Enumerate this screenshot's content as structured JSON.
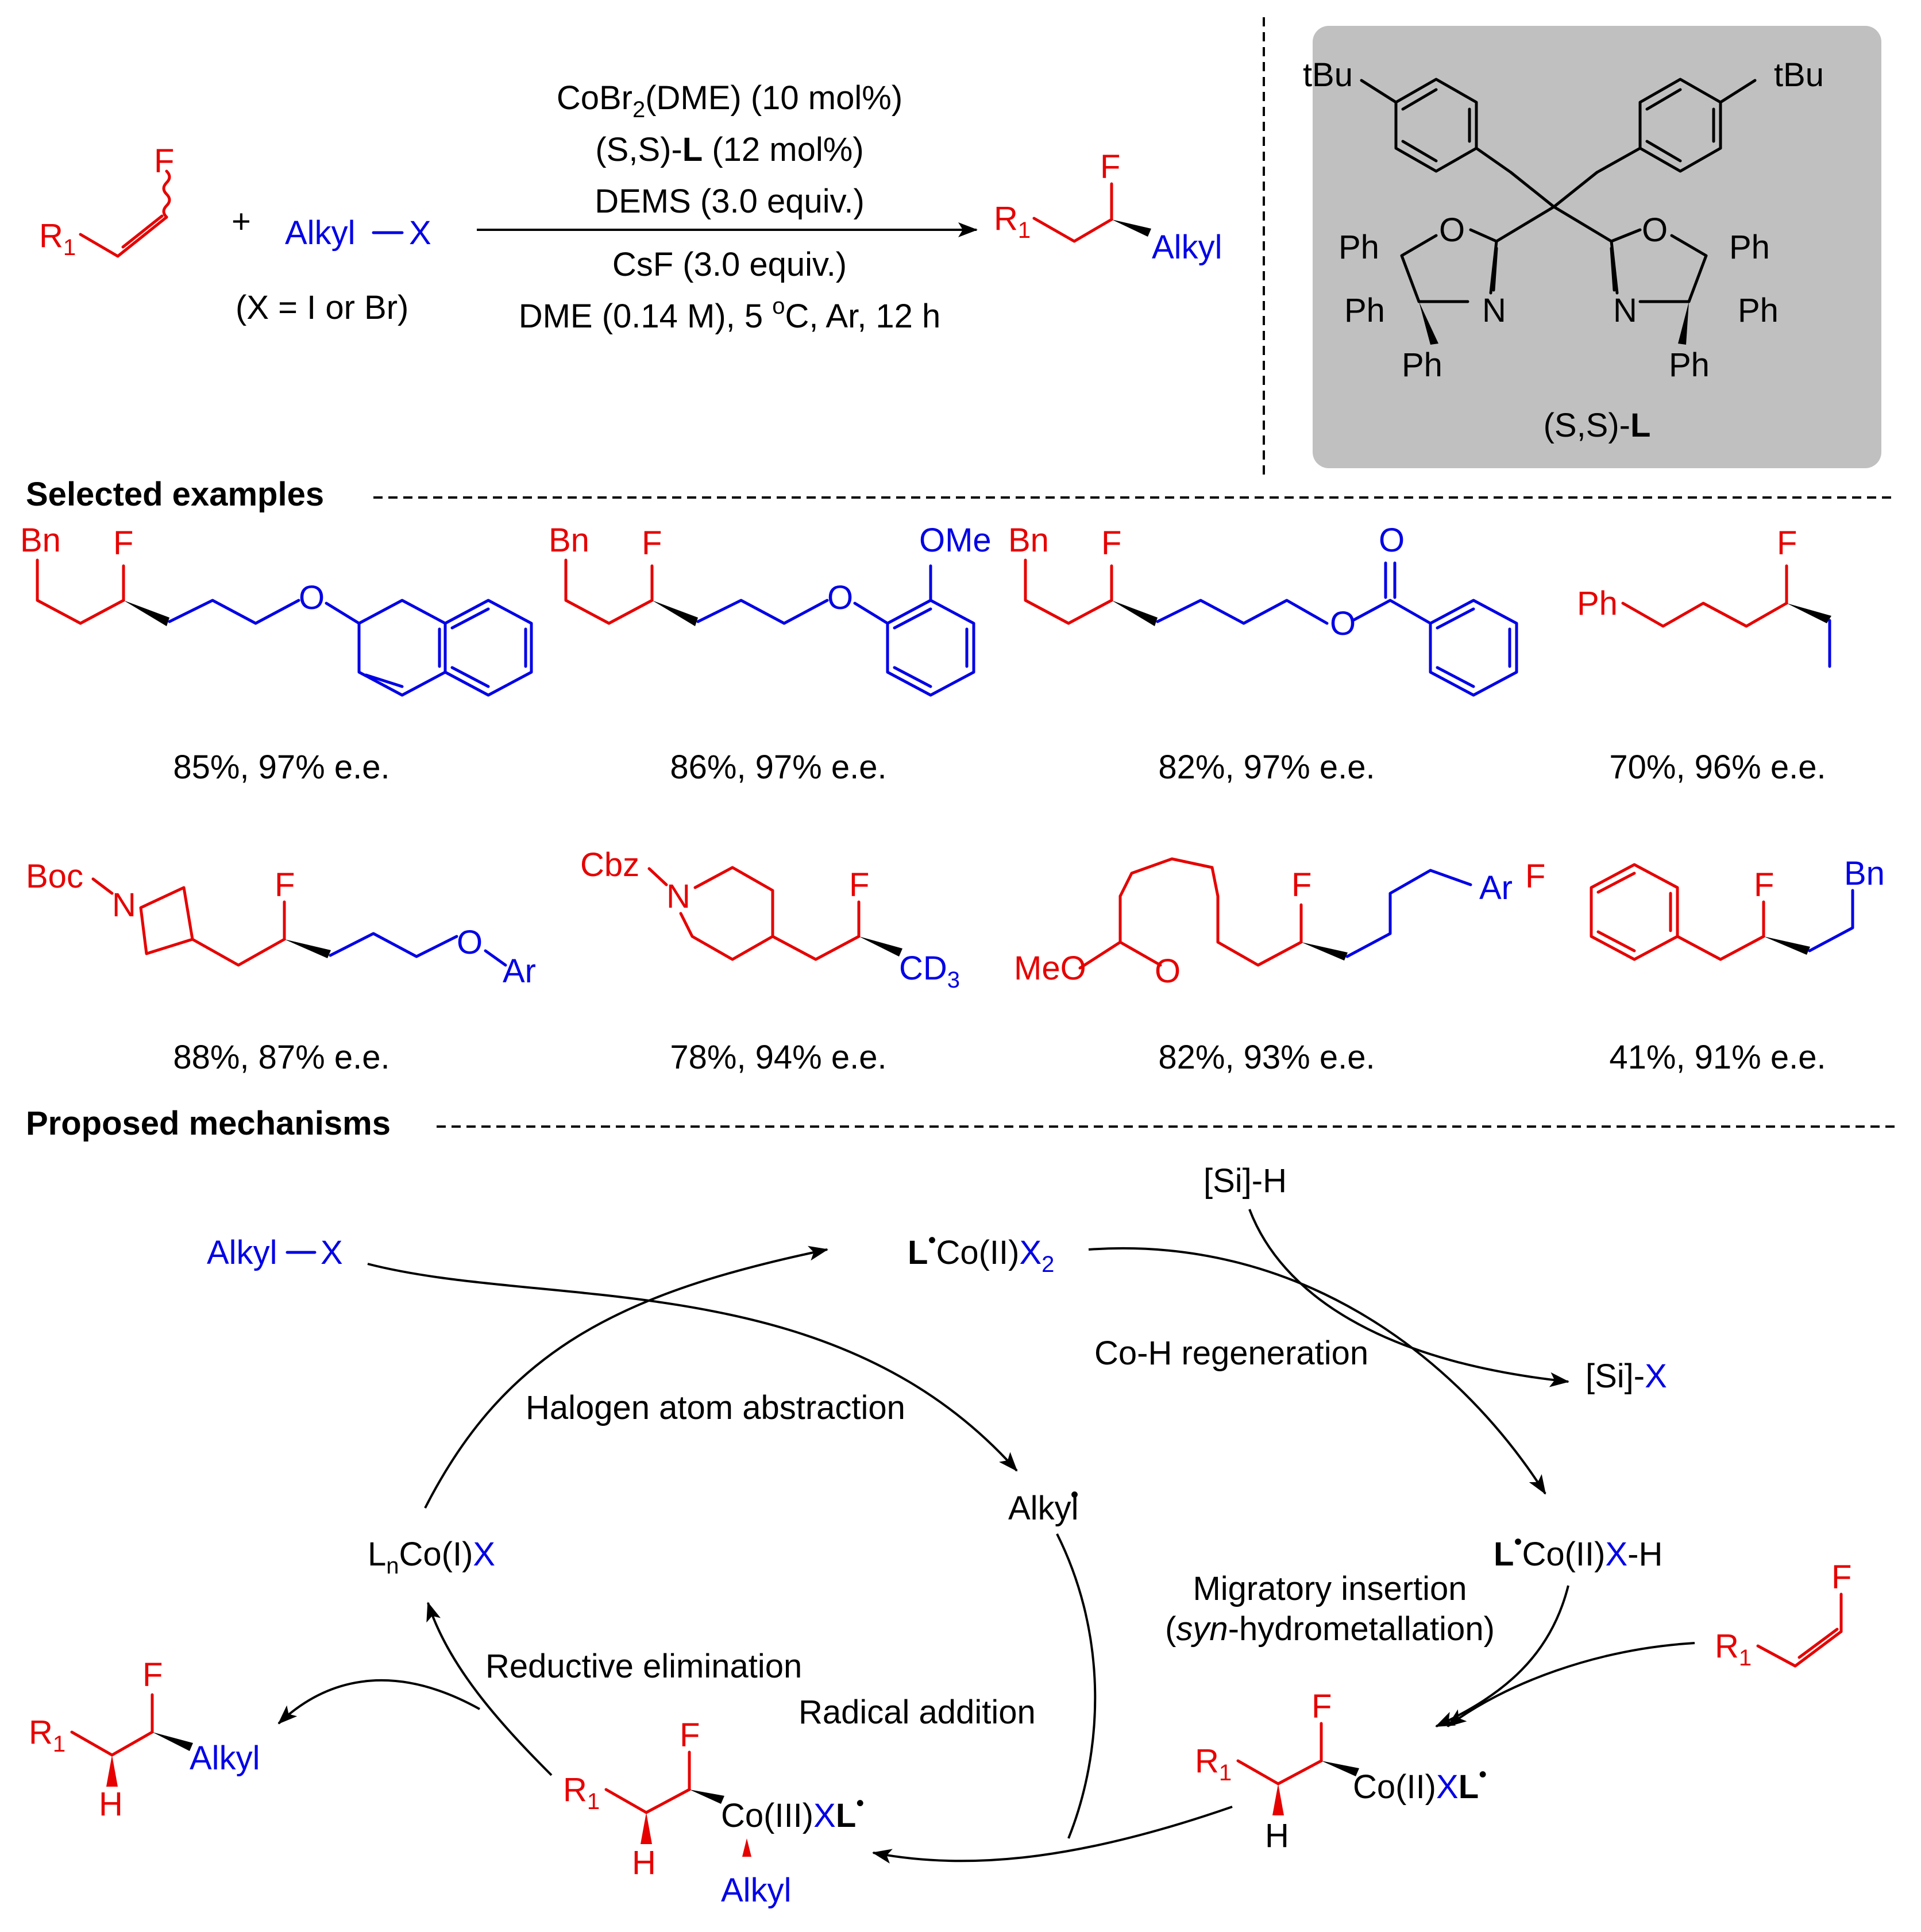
{
  "reaction": {
    "r1": "R",
    "r_sub": "1",
    "f": "F",
    "plus": "+",
    "alkyl_x": "Alkyl",
    "x": "X",
    "x_note": "(X = I or Br)",
    "cond1_a": "CoBr",
    "cond1_sub": "2",
    "cond1_b": "(DME) (10 mol%)",
    "cond2_a": "(S,S)-",
    "cond2_b": "L",
    "cond2_c": " (12 mol%)",
    "cond3": "DEMS (3.0 equiv.)",
    "cond4": "CsF (3.0 equiv.)",
    "cond5_a": "DME (0.14 M), 5 ",
    "cond5_sup": "o",
    "cond5_b": "C, Ar, 12 h",
    "product_alkyl": "Alkyl"
  },
  "ligand": {
    "tbu": "tBu",
    "ph": "Ph",
    "o": "O",
    "n": "N",
    "label_a": "(S,S)-",
    "label_b": "L",
    "box_color": "#c0c0c0"
  },
  "examples": {
    "header": "Selected examples",
    "row1": [
      {
        "result": "85%, 97% e.e."
      },
      {
        "result": "86%, 97% e.e."
      },
      {
        "result": "82%, 97% e.e."
      },
      {
        "result": "70%, 96% e.e."
      }
    ],
    "row2": [
      {
        "result": "88%, 87% e.e."
      },
      {
        "result": "78%, 94% e.e."
      },
      {
        "result": "82%, 93% e.e."
      },
      {
        "result": "41%, 91% e.e."
      }
    ],
    "labels": {
      "bn": "Bn",
      "f": "F",
      "o": "O",
      "ome": "OMe",
      "ph": "Ph",
      "boc": "Boc",
      "n": "N",
      "ar": "Ar",
      "cbz": "Cbz",
      "cd": "CD",
      "cd_sub": "3",
      "meo": "MeO"
    }
  },
  "mechanism": {
    "header": "Proposed mechanisms",
    "alkyl_x_a": "Alkyl",
    "alkyl_x_b": "X",
    "lco2x2_a": "L",
    "lco2x2_b": "Co(II)",
    "lco2x2_c": "X",
    "lco2x2_sub": "2",
    "si_h": "[Si]-H",
    "si_x_a": "[Si]-",
    "si_x_b": "X",
    "coh_regen": "Co-H regeneration",
    "halogen_abs": "Halogen atom abstraction",
    "alkyl_radical": "Alkyl",
    "lncoix_a": "L",
    "lncoix_sub": "n",
    "lncoix_b": "Co(I)",
    "lncoix_c": "X",
    "lco2xh_a": "L",
    "lco2xh_b": "Co(II)",
    "lco2xh_c": "X",
    "lco2xh_d": "-H",
    "migratory_1": "Migratory insertion",
    "migratory_2a": "(",
    "migratory_2b": "syn",
    "migratory_2c": "-hydrometallation)",
    "reductive": "Reductive elimination",
    "radical_add": "Radical addition",
    "co2_a": "Co(II)",
    "co2_b": "X",
    "co2_c": "L",
    "co3_a": "Co(III)",
    "co3_b": "X",
    "co3_c": "L",
    "h": "H",
    "alkyl": "Alkyl",
    "dot": "•"
  }
}
